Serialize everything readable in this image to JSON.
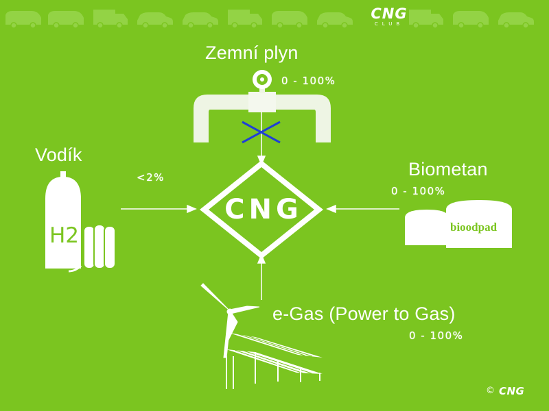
{
  "header": {
    "logo_text": "CNG",
    "logo_subtext": "CLUB",
    "vehicle_icons": [
      "van-icon",
      "van-icon",
      "truck-icon",
      "car-icon",
      "car-icon",
      "truck-icon",
      "van-icon",
      "car-icon",
      "car-icon",
      "truck-icon",
      "van-icon",
      "car-icon"
    ]
  },
  "center": {
    "label": "CNG"
  },
  "sources": {
    "natural_gas": {
      "title": "Zemní plyn",
      "share": "0 - 100%"
    },
    "hydrogen": {
      "title": "Vodík",
      "share": "<2%",
      "tank_label": "H2"
    },
    "biomethane": {
      "title": "Biometan",
      "share": "0 - 100%",
      "tank_label": "bioodpad"
    },
    "egas": {
      "title": "e-Gas (Power to Gas)",
      "share": "0 - 100%"
    }
  },
  "footer": {
    "copyright_symbol": "©",
    "logo_text": "CNG"
  },
  "colors": {
    "background": "#7bc520",
    "foreground": "#ffffff",
    "cross": "#1f3fd6",
    "icon_strip": "#93d345"
  }
}
